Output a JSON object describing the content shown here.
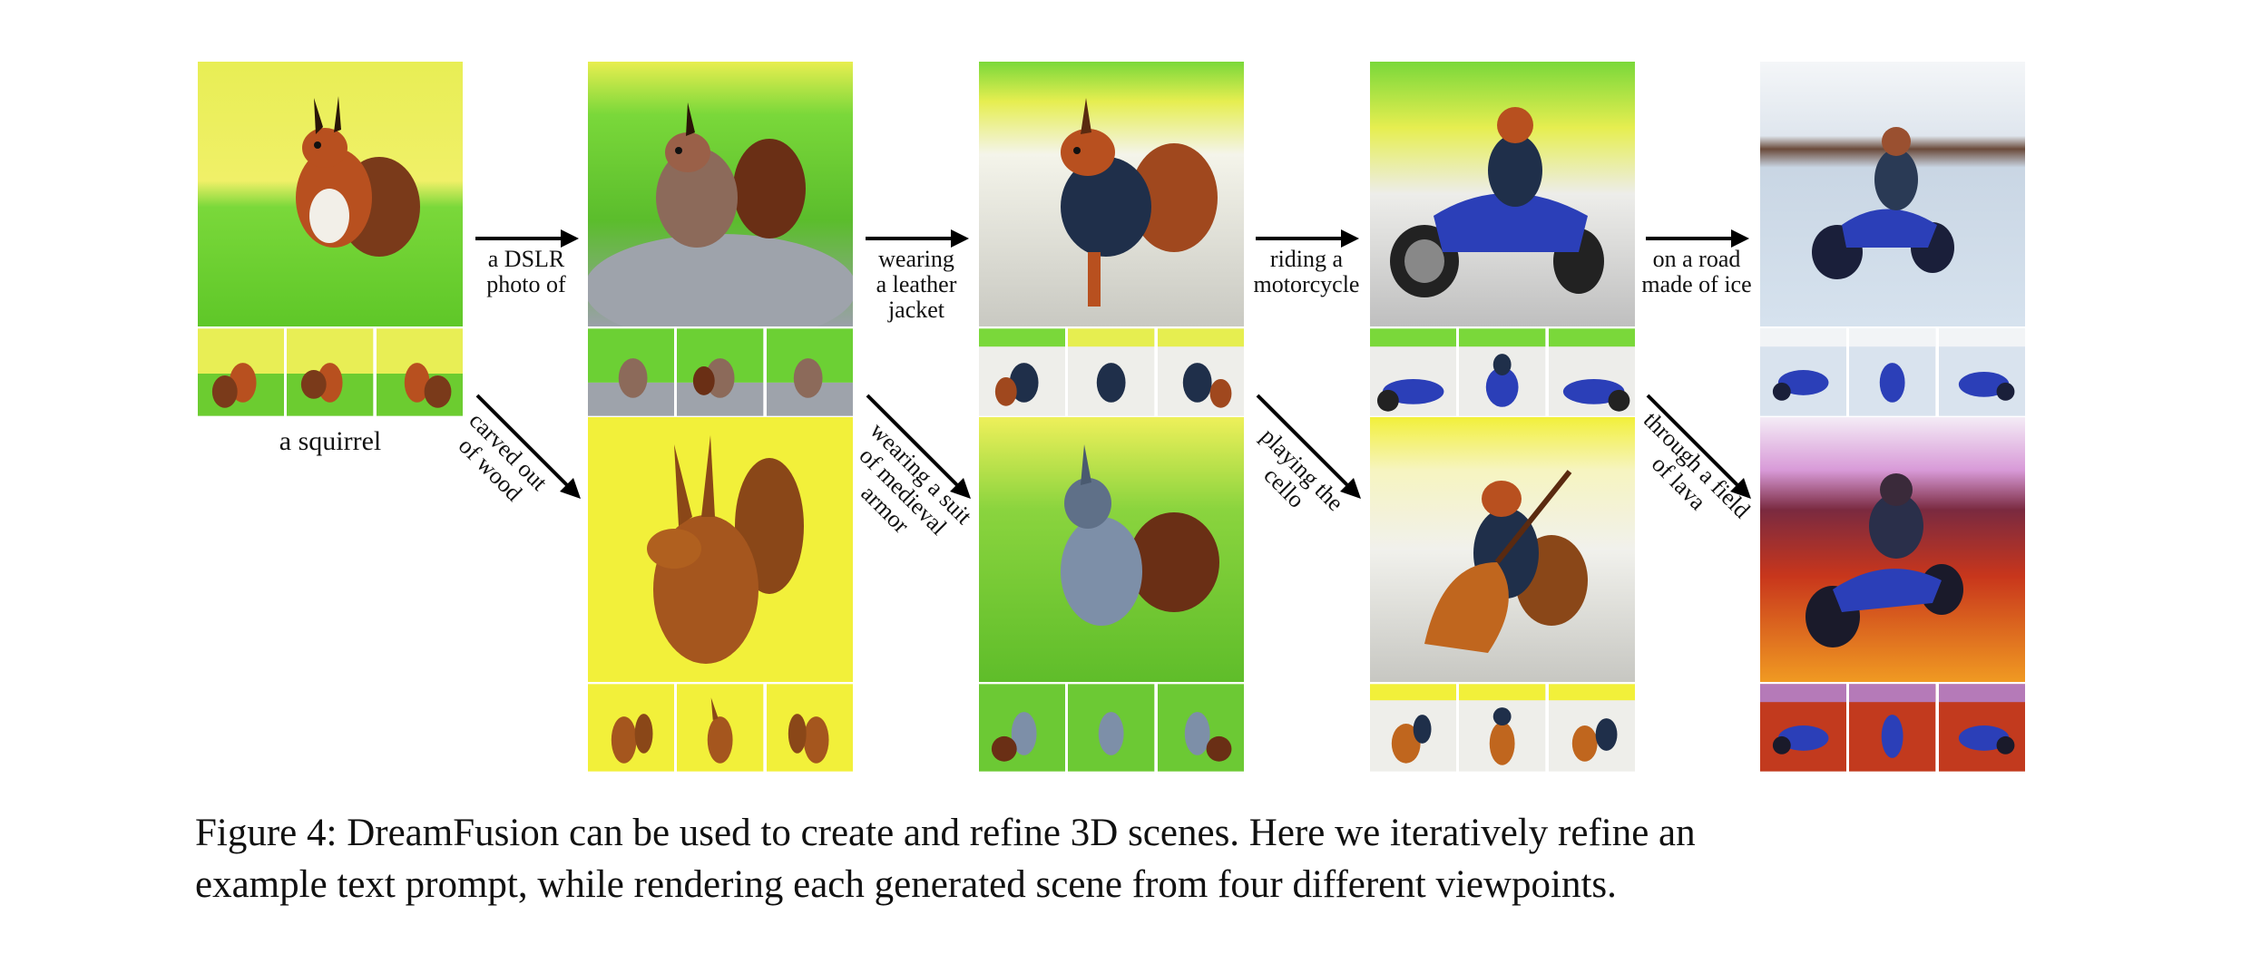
{
  "root": {
    "label": "a squirrel"
  },
  "top_arrows": [
    {
      "lines": [
        "a DSLR",
        "photo of"
      ]
    },
    {
      "lines": [
        "wearing",
        "a leather",
        "jacket"
      ]
    },
    {
      "lines": [
        "riding a",
        "motorcycle"
      ]
    },
    {
      "lines": [
        "on a road",
        "made of ice"
      ]
    }
  ],
  "diag_arrows": [
    {
      "lines": [
        "carved out",
        "of wood"
      ]
    },
    {
      "lines": [
        "wearing a suit",
        "of medieval",
        "armor"
      ]
    },
    {
      "lines": [
        "playing the",
        "cello"
      ]
    },
    {
      "lines": [
        "through a field",
        "of lava"
      ]
    }
  ],
  "caption": {
    "line1": "Figure 4: DreamFusion can be used to create and refine 3D scenes. Here we iteratively refine an",
    "line2": "example text prompt, while rendering each generated scene from four different viewpoints."
  }
}
